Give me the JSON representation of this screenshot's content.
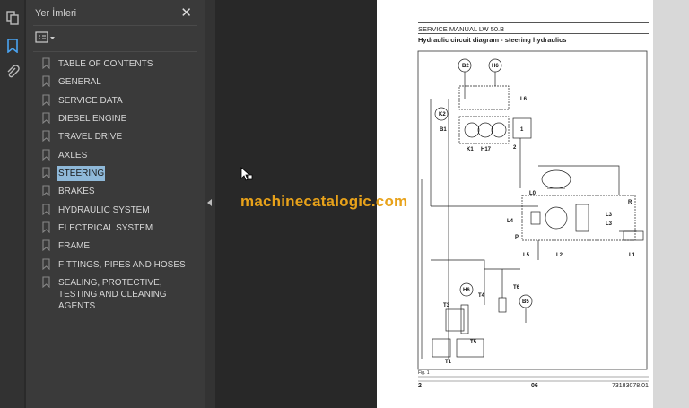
{
  "sidebar": {
    "title": "Yer İmleri",
    "close_icon": "close-icon",
    "bookmarks": [
      {
        "label": "TABLE OF CONTENTS"
      },
      {
        "label": "GENERAL"
      },
      {
        "label": "SERVICE DATA"
      },
      {
        "label": "DIESEL ENGINE"
      },
      {
        "label": "TRAVEL DRIVE"
      },
      {
        "label": "AXLES"
      },
      {
        "label": "STEERING",
        "selected": true
      },
      {
        "label": "BRAKES"
      },
      {
        "label": "HYDRAULIC SYSTEM"
      },
      {
        "label": "ELECTRICAL SYSTEM"
      },
      {
        "label": "FRAME"
      },
      {
        "label": "FITTINGS, PIPES AND HOSES"
      },
      {
        "label": "SEALING, PROTECTIVE, TESTING AND CLEANING AGENTS"
      }
    ]
  },
  "rail": {
    "icons": [
      "pages-icon",
      "bookmark-icon",
      "attachment-icon"
    ]
  },
  "watermark": "machinecatalogic.com",
  "document": {
    "header": "SERVICE MANUAL LW 50.B",
    "title": "Hydraulic circuit diagram - steering hydraulics",
    "fig": "Fig. 1",
    "footer_left": "2",
    "footer_center": "06",
    "footer_right": "73183078.01",
    "labels": {
      "b2": "B2",
      "h6a": "H6",
      "l6": "L6",
      "k2": "K2",
      "b1": "B1",
      "k1": "K1",
      "h17": "H17",
      "n1": "1",
      "n2": "2",
      "l0": "L0",
      "r": "R",
      "l4": "L4",
      "l3a": "L3",
      "l3b": "L3",
      "p": "P",
      "l5": "L5",
      "l2": "L2",
      "l1": "L1",
      "h6b": "H6",
      "t4": "T4",
      "t6": "T6",
      "b5": "B5",
      "t3": "T3",
      "t5": "T5",
      "t1": "T1"
    }
  },
  "colors": {
    "selected": "#8fb9d9",
    "accent": "#4aa3f0",
    "watermark": "#e8a21a"
  }
}
